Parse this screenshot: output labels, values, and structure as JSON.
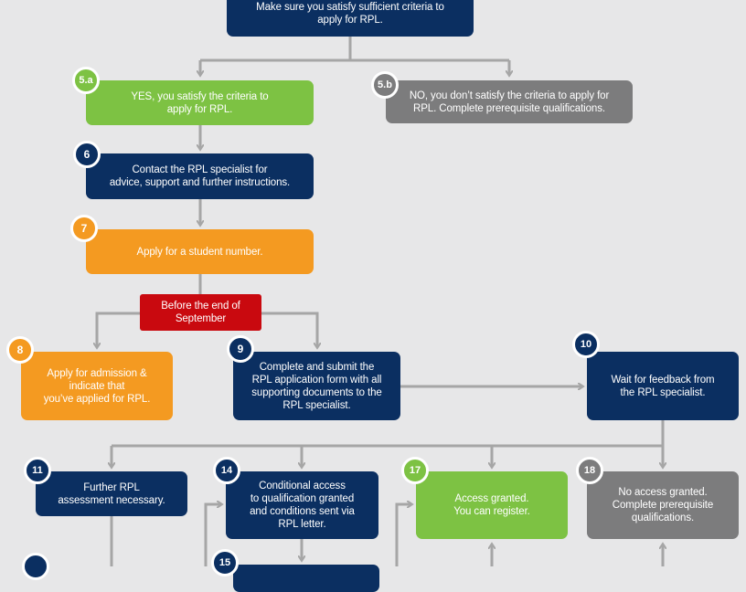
{
  "colors": {
    "navy": "#0b2f61",
    "green": "#7dc243",
    "grey": "#7c7c7d",
    "orange": "#f49a21",
    "red": "#c9090f",
    "connector": "#a6a6a6",
    "background": "#e7e7e8"
  },
  "steps": {
    "top": {
      "text": "Make sure you satisfy sufficient criteria to\napply for RPL."
    },
    "s5a": {
      "number": "5.a",
      "text": "YES, you satisfy the criteria to\napply for RPL."
    },
    "s5b": {
      "number": "5.b",
      "text": "NO, you don’t satisfy the criteria to apply for\nRPL. Complete prerequisite qualifications."
    },
    "s6": {
      "number": "6",
      "text": "Contact the RPL specialist for\nadvice, support and further instructions."
    },
    "s7": {
      "number": "7",
      "text": "Apply for a student number."
    },
    "deadline": {
      "text": "Before the end of\nSeptember"
    },
    "s8": {
      "number": "8",
      "text": "Apply for admission &\nindicate that\nyou’ve applied for RPL."
    },
    "s9": {
      "number": "9",
      "text": "Complete and submit the\nRPL application form with all\nsupporting documents to the\nRPL specialist."
    },
    "s10": {
      "number": "10",
      "text": "Wait for feedback from\nthe RPL specialist."
    },
    "s11": {
      "number": "11",
      "text": "Further RPL\nassessment necessary."
    },
    "s14": {
      "number": "14",
      "text": "Conditional access\nto qualification granted\nand conditions sent via\nRPL letter."
    },
    "s15": {
      "number": "15",
      "text": ""
    },
    "s17": {
      "number": "17",
      "text": "Access granted.\nYou can register."
    },
    "s18": {
      "number": "18",
      "text": "No access granted.\nComplete prerequisite\nqualifications."
    }
  }
}
